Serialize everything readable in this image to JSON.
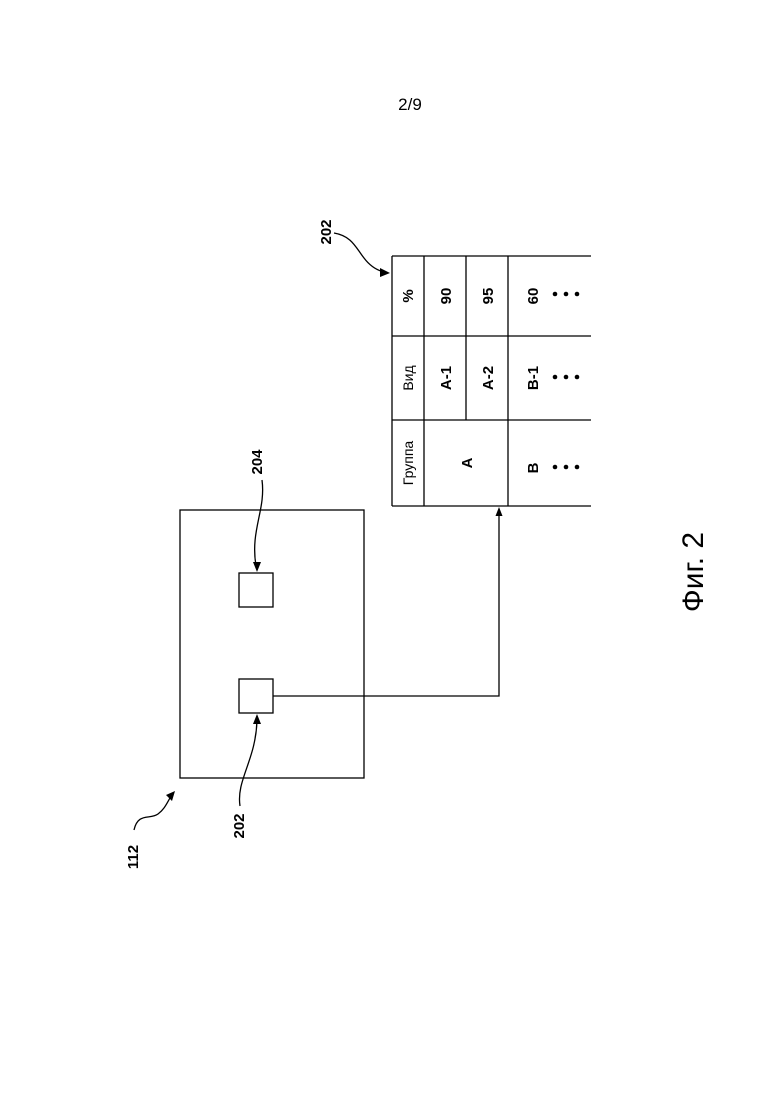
{
  "page_number": "2/9",
  "figure_caption": "Фиг. 2",
  "device": {
    "ref": "112"
  },
  "elements": [
    {
      "ref": "202"
    },
    {
      "ref": "204"
    }
  ],
  "table": {
    "ref": "202",
    "headers": [
      "Группа",
      "Вид",
      "%"
    ],
    "rows": [
      {
        "group": "A",
        "kind": "A-1",
        "percent": "90"
      },
      {
        "group": "",
        "kind": "A-2",
        "percent": "95"
      },
      {
        "group": "B",
        "kind": "B-1",
        "percent": "60"
      }
    ],
    "continuation_glyph": "• • •"
  }
}
